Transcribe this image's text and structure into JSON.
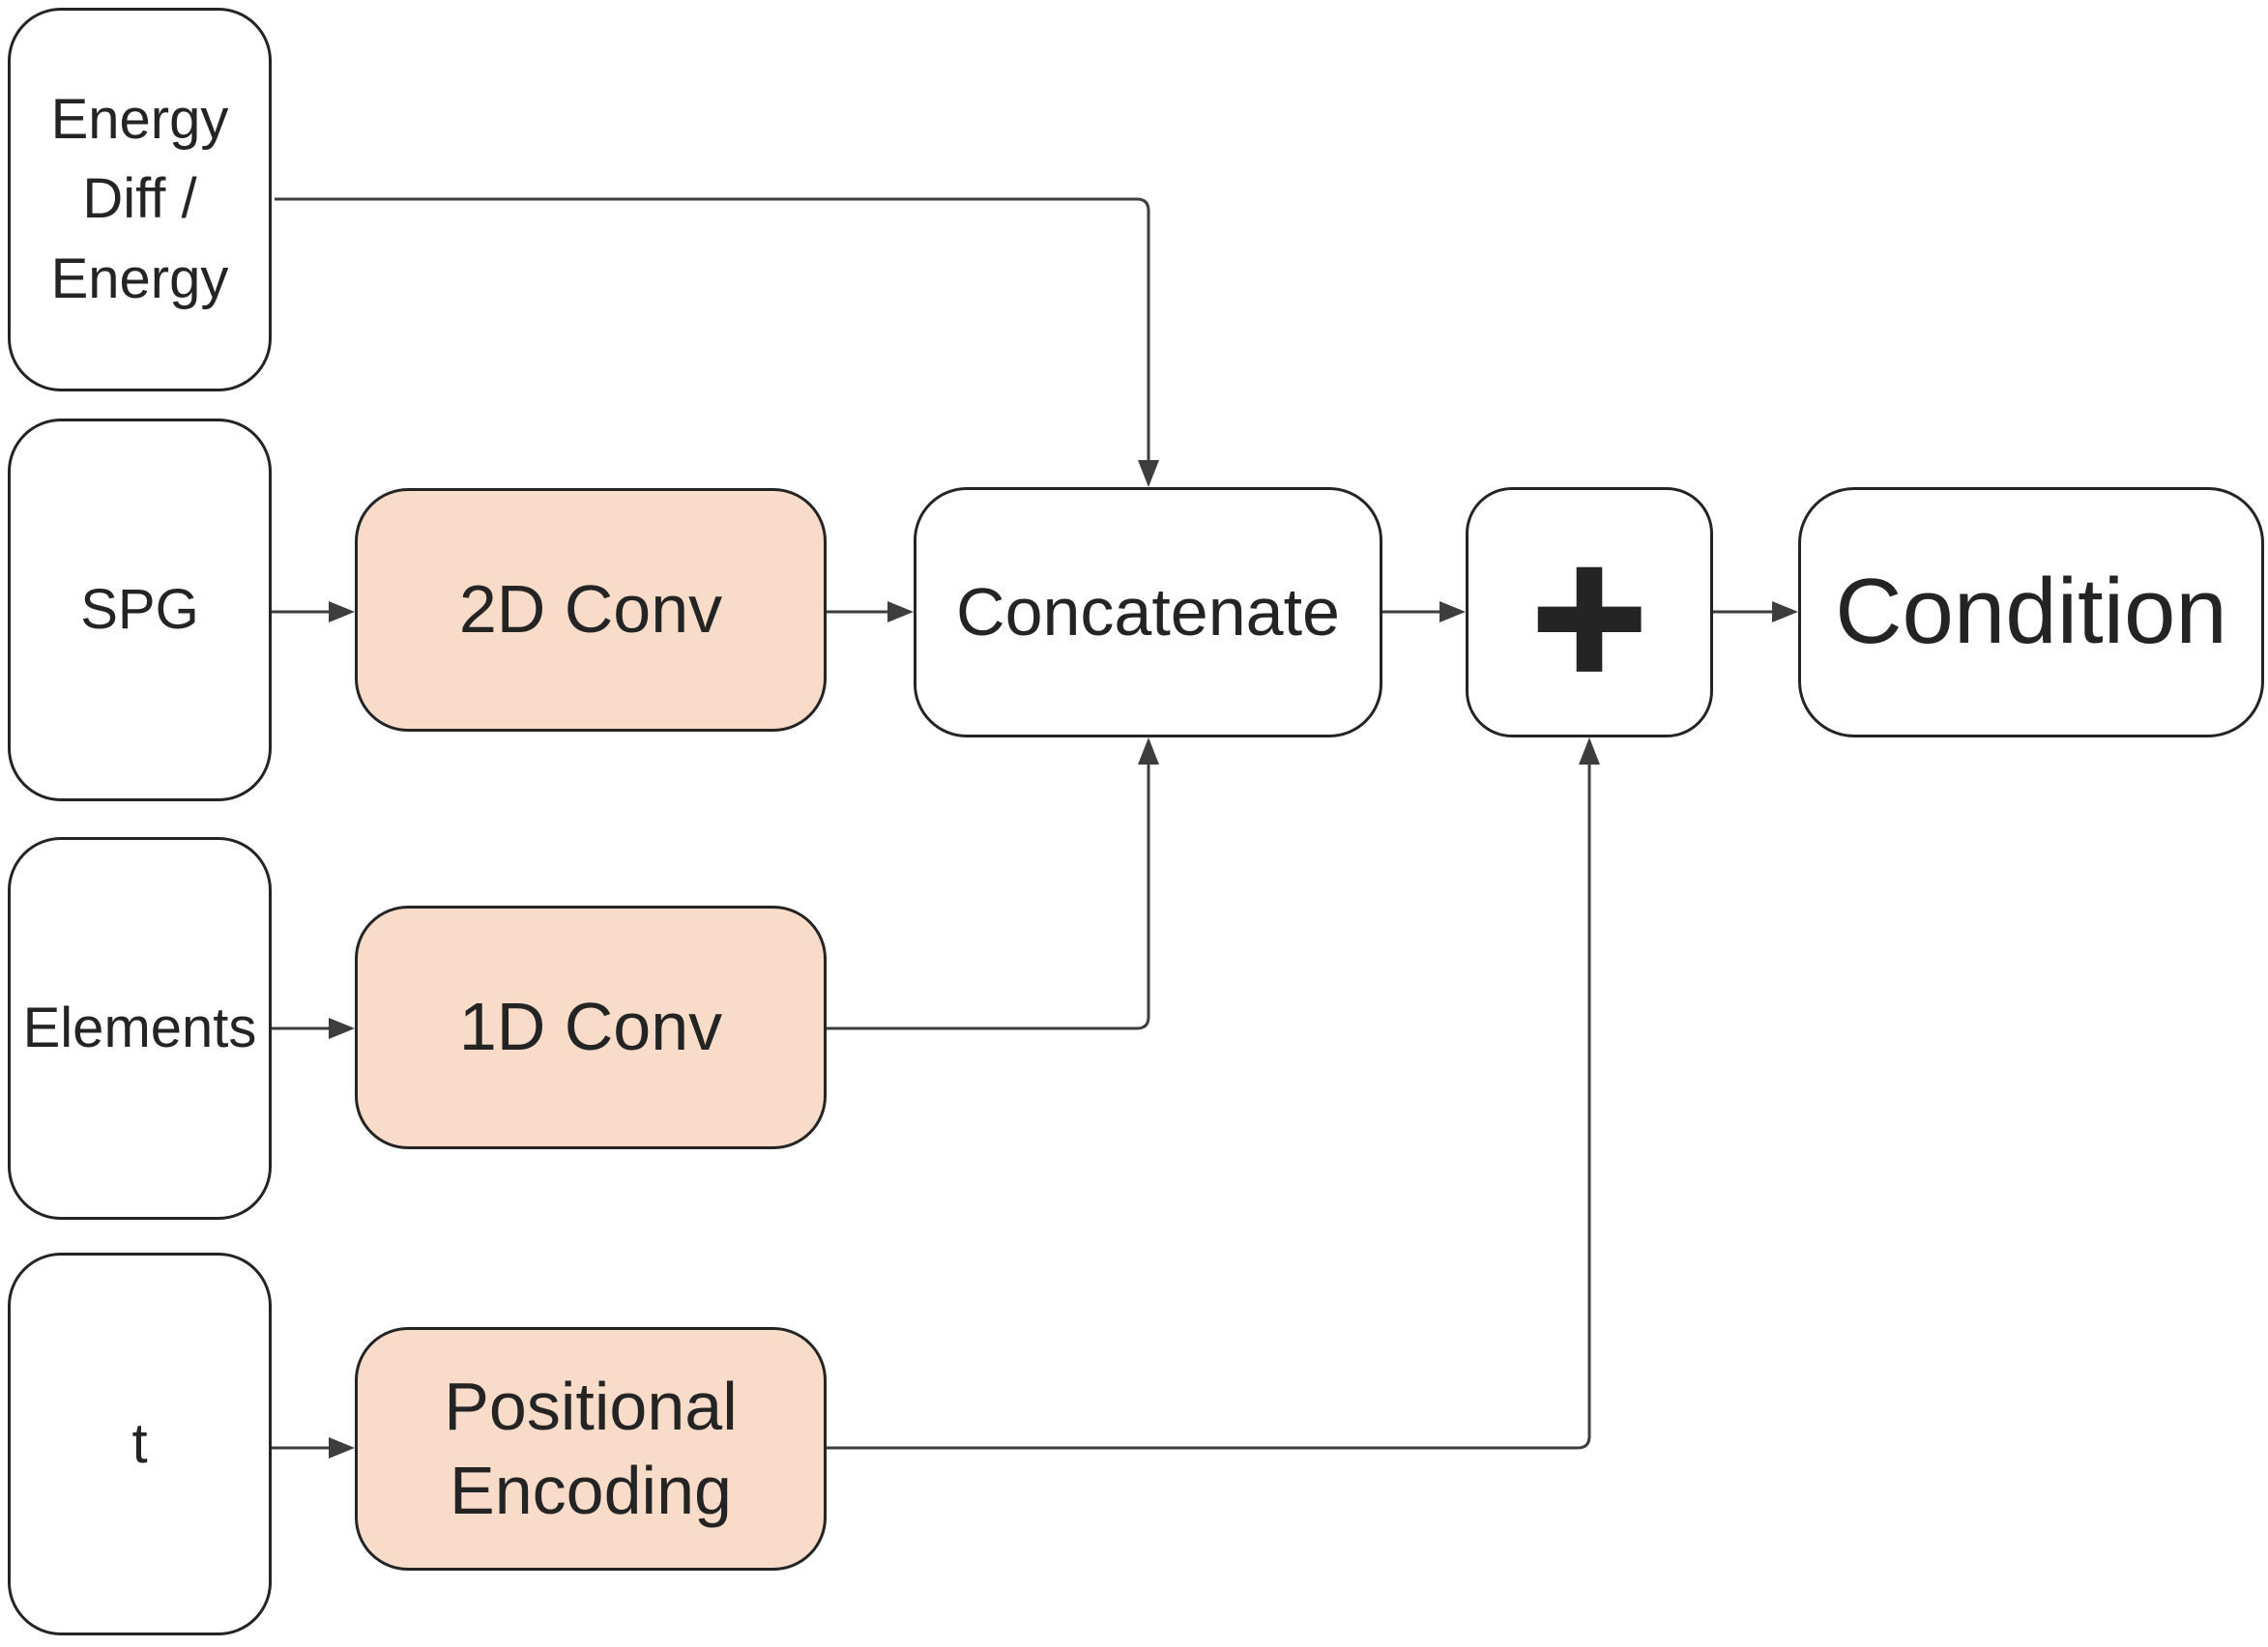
{
  "diagram_title": "Condition encoding flow diagram",
  "colors": {
    "ink": "#242424",
    "line": "#3d3d3d",
    "peach": "#f8dcc9",
    "io": "#ffffff",
    "bg": "#ffffff"
  },
  "nodes": {
    "energy": {
      "lines": [
        "Energy",
        "Diff /",
        "Energy"
      ],
      "kind": "input"
    },
    "spg": {
      "label": "SPG",
      "kind": "input"
    },
    "elements": {
      "label": "Elements",
      "kind": "input"
    },
    "t": {
      "label": "t",
      "kind": "input"
    },
    "conv2d": {
      "label": "2D Conv",
      "kind": "process"
    },
    "conv1d": {
      "label": "1D Conv",
      "kind": "process"
    },
    "pos_enc": {
      "lines": [
        "Positional",
        "Encoding"
      ],
      "kind": "process"
    },
    "concatenate": {
      "label": "Concatenate",
      "kind": "op"
    },
    "plus": {
      "label": "+",
      "kind": "op"
    },
    "condition": {
      "label": "Condition",
      "kind": "output"
    }
  },
  "edges": [
    {
      "from": "Energy Diff / Energy",
      "to": "Concatenate"
    },
    {
      "from": "SPG",
      "to": "2D Conv"
    },
    {
      "from": "2D Conv",
      "to": "Concatenate"
    },
    {
      "from": "Elements",
      "to": "1D Conv"
    },
    {
      "from": "1D Conv",
      "to": "Concatenate"
    },
    {
      "from": "t",
      "to": "Positional Encoding"
    },
    {
      "from": "Positional Encoding",
      "to": "+"
    },
    {
      "from": "Concatenate",
      "to": "+"
    },
    {
      "from": "+",
      "to": "Condition"
    }
  ]
}
